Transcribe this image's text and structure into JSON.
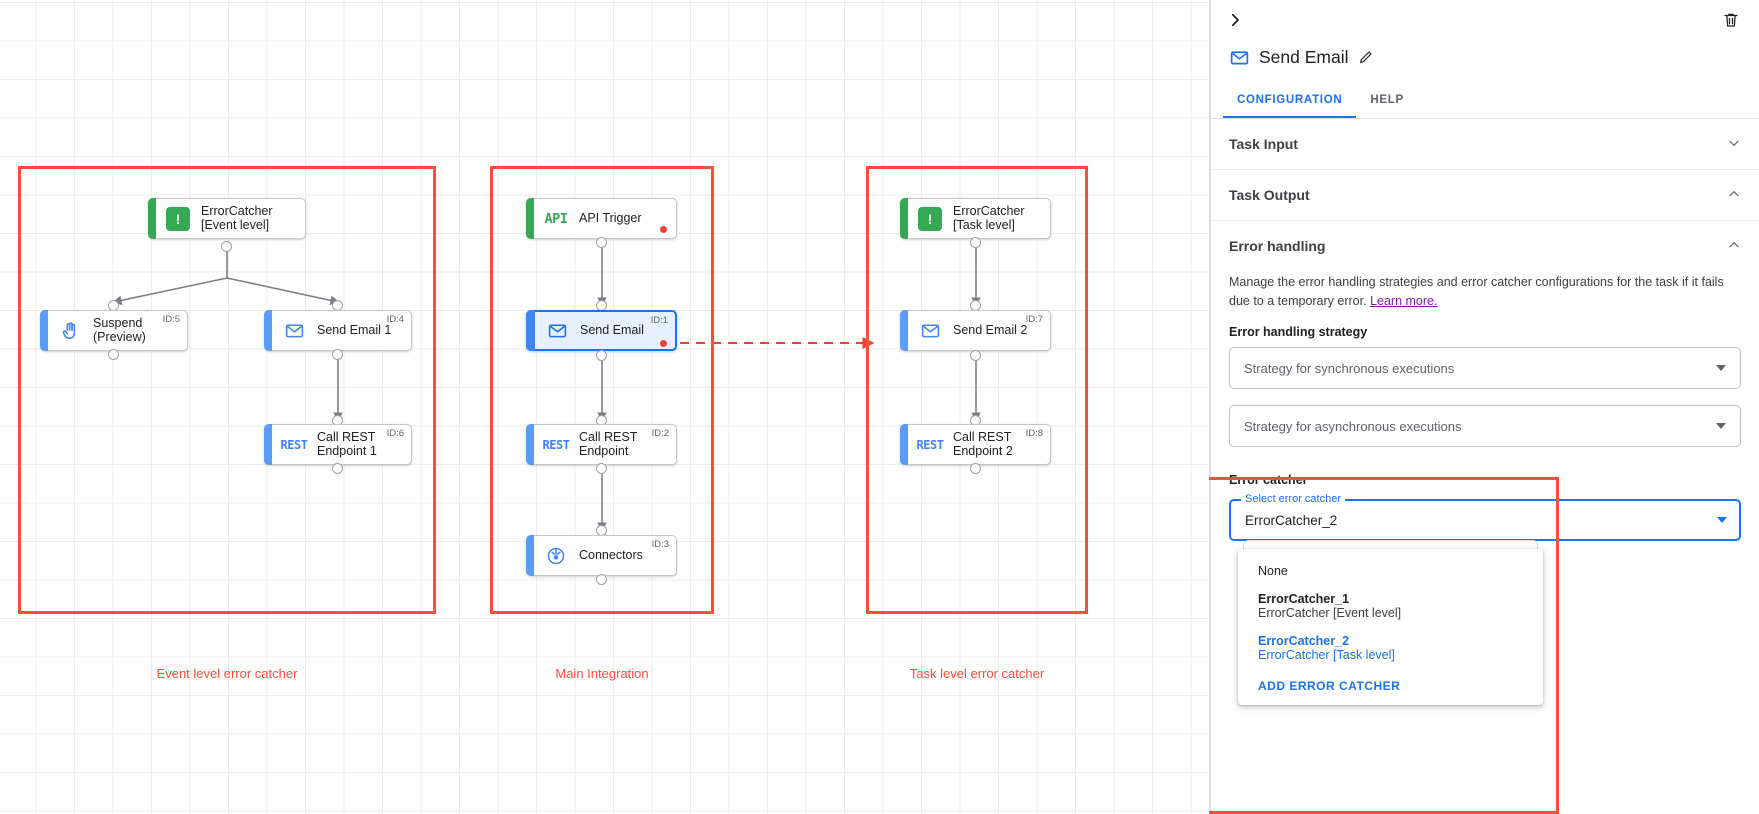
{
  "canvas": {
    "groups": [
      {
        "label": "Event level error catcher"
      },
      {
        "label": "Main Integration"
      },
      {
        "label": "Task level error catcher"
      }
    ],
    "nodes": [
      {
        "id": "errorcatcher-event",
        "icon": "error-catcher-icon",
        "title": "ErrorCatcher\n[Event level]",
        "id_label": ""
      },
      {
        "id": "suspend-preview",
        "icon": "suspend-icon",
        "title": "Suspend\n(Preview)",
        "id_label": "ID:5"
      },
      {
        "id": "send-email-1",
        "icon": "mail-icon",
        "title": "Send Email 1",
        "id_label": "ID:4"
      },
      {
        "id": "call-rest-1",
        "icon": "rest-icon",
        "title": "Call REST\nEndpoint 1",
        "id_label": "ID:6"
      },
      {
        "id": "api-trigger",
        "icon": "api-icon",
        "title": "API Trigger",
        "id_label": ""
      },
      {
        "id": "send-email",
        "icon": "mail-icon",
        "title": "Send Email",
        "id_label": "ID:1"
      },
      {
        "id": "call-rest",
        "icon": "rest-icon",
        "title": "Call REST\nEndpoint",
        "id_label": "ID:2"
      },
      {
        "id": "connectors",
        "icon": "connectors-icon",
        "title": "Connectors",
        "id_label": "ID:3"
      },
      {
        "id": "errorcatcher-task",
        "icon": "error-catcher-icon",
        "title": "ErrorCatcher\n[Task level]",
        "id_label": ""
      },
      {
        "id": "send-email-2",
        "icon": "mail-icon",
        "title": "Send Email 2",
        "id_label": "ID:7"
      },
      {
        "id": "call-rest-2",
        "icon": "rest-icon",
        "title": "Call REST\nEndpoint 2",
        "id_label": "ID:8"
      }
    ],
    "icon_glyphs": {
      "error_catcher": "!",
      "api": "API",
      "rest": "REST",
      "suspend": "hand-icon",
      "mail": "envelope-icon",
      "connectors": "connectors-glyph"
    }
  },
  "panel": {
    "collapse_icon": "chevron-right-icon",
    "delete_icon": "trash-icon",
    "title": "Send Email",
    "title_icon": "mail-icon",
    "edit_icon": "pencil-icon",
    "tabs": [
      {
        "label": "CONFIGURATION",
        "active": true
      },
      {
        "label": "HELP",
        "active": false
      }
    ],
    "sections": [
      {
        "title": "Task Input",
        "expanded": false,
        "chevron": "chevron-down-icon"
      },
      {
        "title": "Task Output",
        "expanded": true,
        "chevron": "chevron-up-icon"
      },
      {
        "title": "Error handling",
        "expanded": true,
        "chevron": "chevron-up-icon"
      }
    ],
    "error_handling": {
      "description": "Manage the error handling strategies and error catcher configurations for the task if it fails due to a temporary error.",
      "learn_more": "Learn more.",
      "strategy_label": "Error handling strategy",
      "sync_placeholder": "Strategy for synchronous executions",
      "async_placeholder": "Strategy for asynchronous executions"
    },
    "error_catcher": {
      "heading": "Error catcher",
      "field_legend": "Select error catcher",
      "field_value": "ErrorCatcher_2",
      "options": [
        {
          "line1": "None",
          "line2": "",
          "selected": false,
          "bold": false
        },
        {
          "line1": "ErrorCatcher_1",
          "line2": "ErrorCatcher [Event level]",
          "selected": false,
          "bold": true
        },
        {
          "line1": "ErrorCatcher_2",
          "line2": "ErrorCatcher [Task level]",
          "selected": true,
          "bold": true
        }
      ],
      "add_action": "ADD ERROR CATCHER"
    }
  },
  "colors": {
    "accent_blue": "#1a73e8",
    "highlight_red": "#f4503c",
    "green": "#34a853",
    "node_blue": "#5b9cf8",
    "error_dot": "#ea4335",
    "link_purple": "#7b1fa2"
  }
}
